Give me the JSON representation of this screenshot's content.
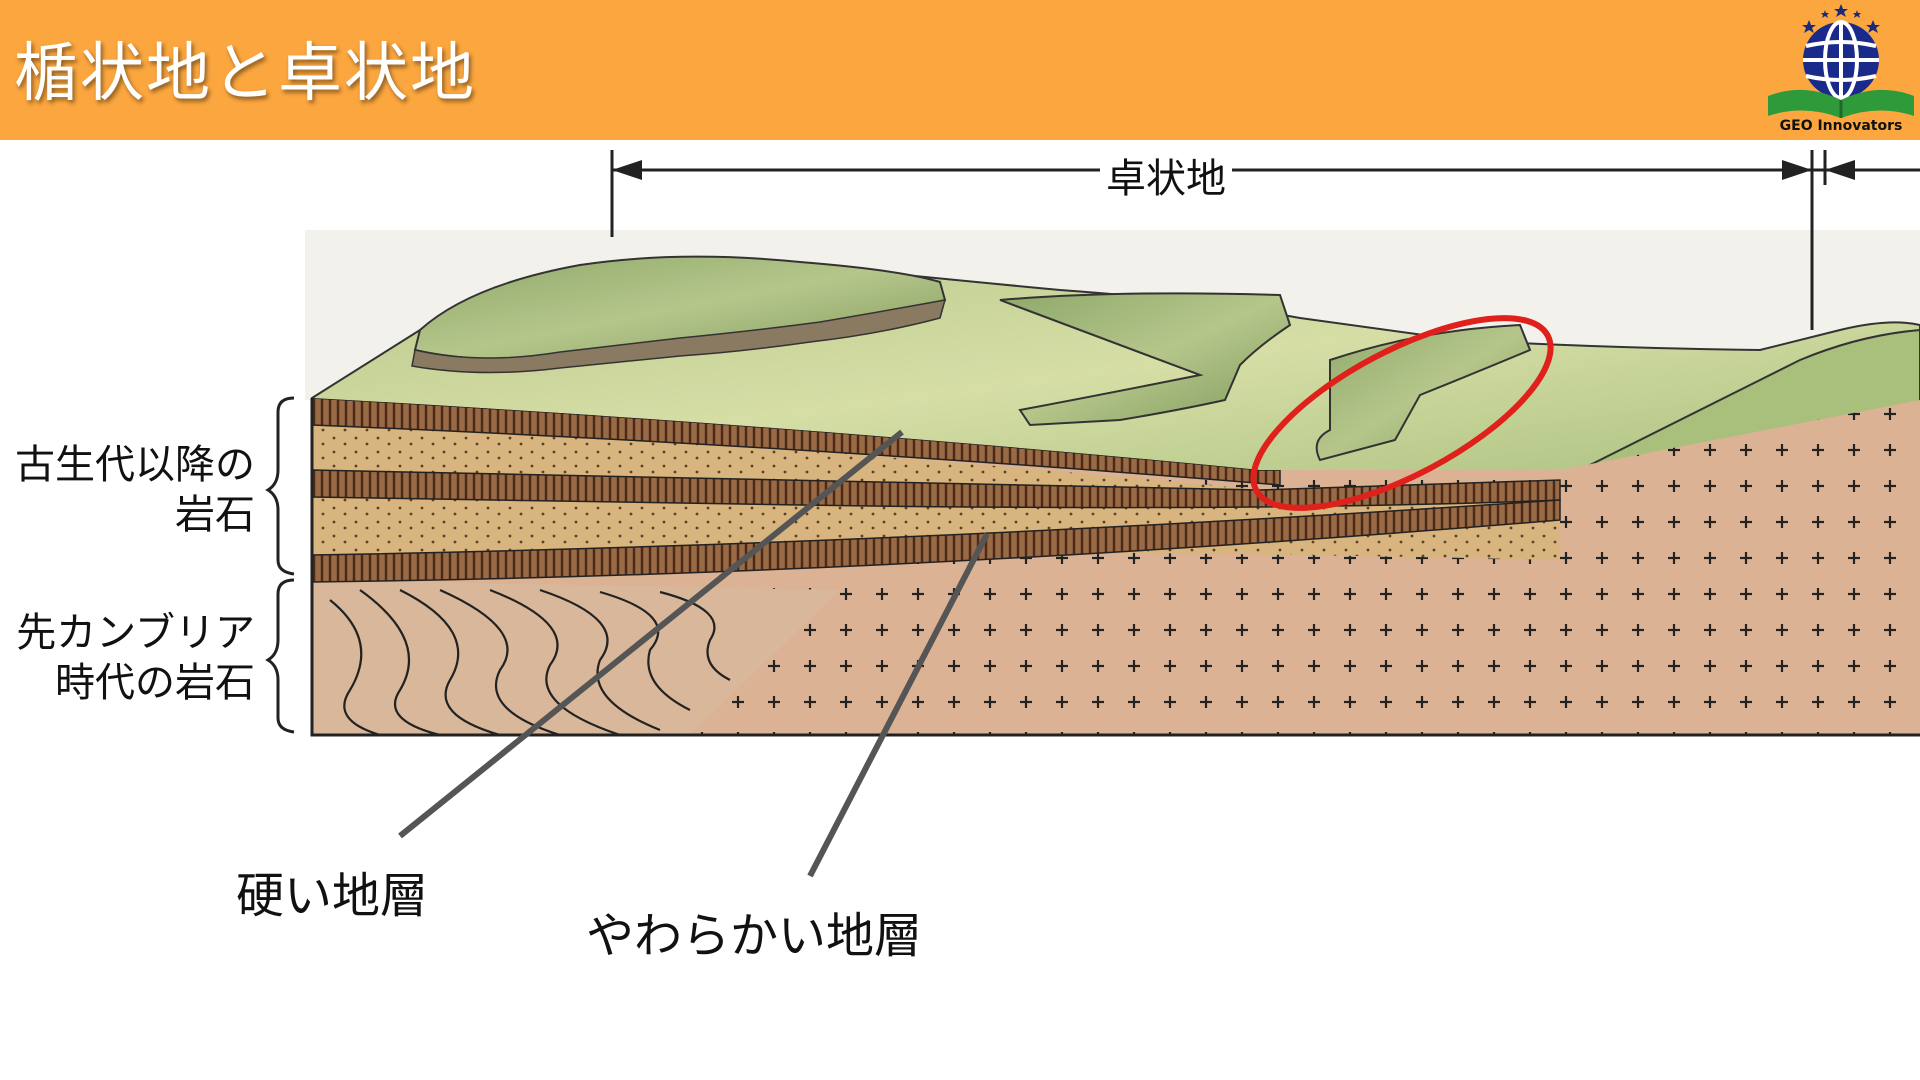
{
  "header": {
    "title": "楯状地と卓状地",
    "background": "#FBA63E",
    "logo_text": "GEO Innovators"
  },
  "diagram": {
    "plateau_label": "卓状地",
    "paleozoic_label": [
      "古生代以降の",
      "岩石"
    ],
    "precambrian_label": [
      "先カンブリア",
      "時代の岩石"
    ],
    "hard_layer_label": "硬い地層",
    "soft_layer_label": "やわらかい地層",
    "highlight_color": "#E0201A"
  }
}
